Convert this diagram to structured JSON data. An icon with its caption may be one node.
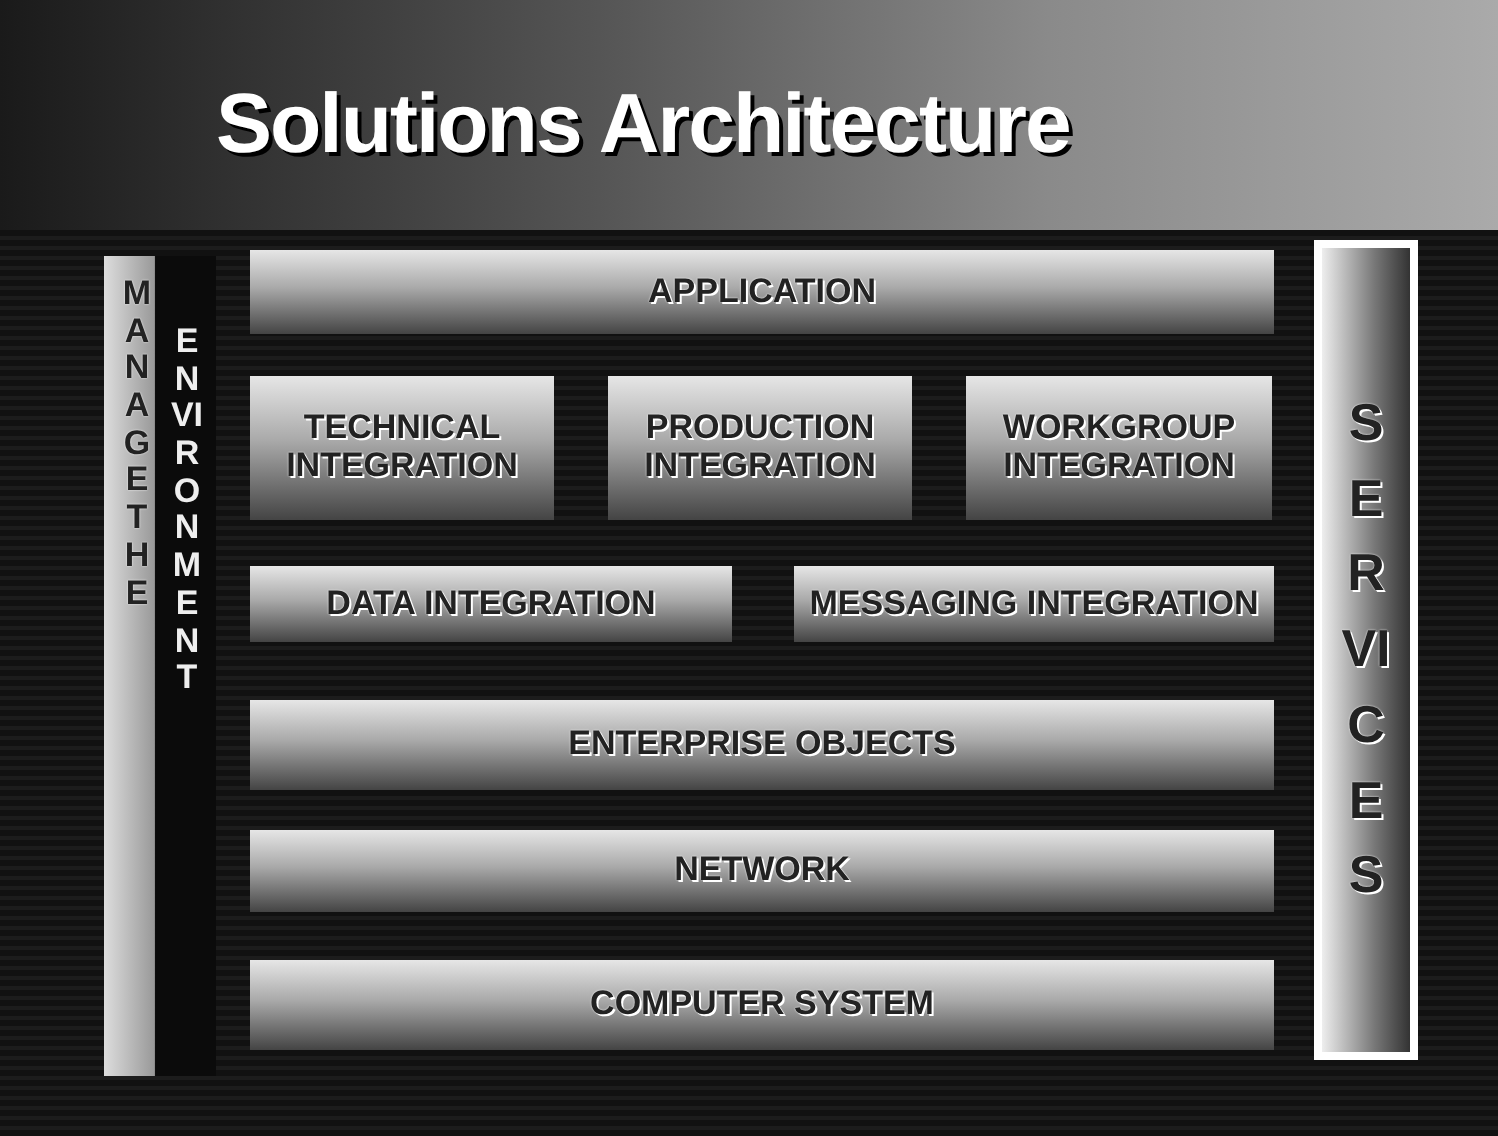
{
  "diagram": {
    "title": "Solutions Architecture",
    "nodes": [
      {
        "text": [
          "MANAGE THE",
          "ENVIRONMENT"
        ]
      },
      {
        "text": [
          "APPLICATION"
        ]
      },
      {
        "text": [
          "TECHNICAL INTEGRATION"
        ]
      },
      {
        "text": [
          "PRODUCTION INTEGRATION"
        ]
      },
      {
        "text": [
          "WORKGROUP INTEGRATION"
        ]
      },
      {
        "text": [
          "DATA INTEGRATION"
        ]
      },
      {
        "text": [
          "MESSAGING INTEGRATION"
        ]
      },
      {
        "text": [
          "ENTERPRISE OBJECTS"
        ]
      },
      {
        "text": [
          "NETWORK"
        ]
      },
      {
        "text": [
          "COMPUTER SYSTEM"
        ]
      },
      {
        "text": [
          "SERVICES"
        ]
      }
    ]
  }
}
